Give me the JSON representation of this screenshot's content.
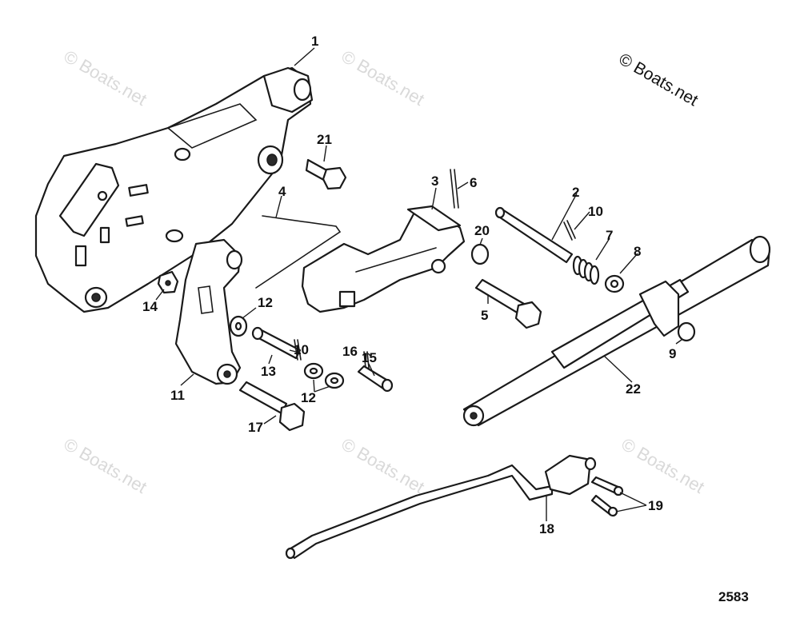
{
  "copyright": "© Boats.net",
  "watermark": "© Boats.net",
  "drawing_number": "2583",
  "callouts": [
    {
      "id": "c1",
      "label": "1"
    },
    {
      "id": "c2",
      "label": "2"
    },
    {
      "id": "c3",
      "label": "3"
    },
    {
      "id": "c4",
      "label": "4"
    },
    {
      "id": "c5",
      "label": "5"
    },
    {
      "id": "c6",
      "label": "6"
    },
    {
      "id": "c7",
      "label": "7"
    },
    {
      "id": "c8",
      "label": "8"
    },
    {
      "id": "c9",
      "label": "9"
    },
    {
      "id": "c10a",
      "label": "10"
    },
    {
      "id": "c10b",
      "label": "10"
    },
    {
      "id": "c11",
      "label": "11"
    },
    {
      "id": "c12a",
      "label": "12"
    },
    {
      "id": "c12b",
      "label": "12"
    },
    {
      "id": "c13",
      "label": "13"
    },
    {
      "id": "c14",
      "label": "14"
    },
    {
      "id": "c15",
      "label": "15"
    },
    {
      "id": "c16",
      "label": "16"
    },
    {
      "id": "c17",
      "label": "17"
    },
    {
      "id": "c18",
      "label": "18"
    },
    {
      "id": "c19",
      "label": "19"
    },
    {
      "id": "c20",
      "label": "20"
    },
    {
      "id": "c21",
      "label": "21"
    },
    {
      "id": "c22",
      "label": "22"
    }
  ]
}
